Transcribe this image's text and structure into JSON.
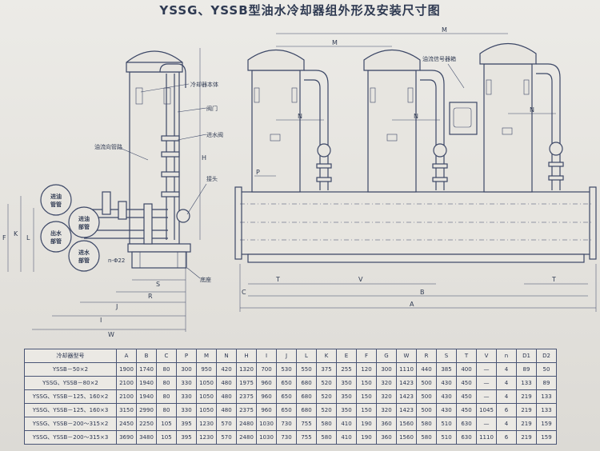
{
  "document": {
    "title": "YSSG、YSSB型油水冷却器组外形及安装尺寸图"
  },
  "drawing": {
    "part_labels": [
      "冷却器本体",
      "阀门",
      "油流向管路",
      "进水阀",
      "接头",
      "底座"
    ],
    "pipe_labels": [
      {
        "name": "outlet-oil",
        "text": [
          "进油",
          "管管"
        ]
      },
      {
        "name": "inlet-oil",
        "text": [
          "进油",
          "部管"
        ]
      },
      {
        "name": "outlet-water",
        "text": [
          "出水",
          "部管"
        ]
      },
      {
        "name": "inlet-water",
        "text": [
          "进水",
          "部管"
        ]
      }
    ],
    "hole_note": "n-Φ22",
    "controller_label": "油流信号器箱",
    "dim_letters": {
      "W": "W",
      "I": "I",
      "J": "J",
      "R": "R",
      "S": "S",
      "L": "L",
      "K": "K",
      "H": "H",
      "F": "F",
      "M": "M",
      "N": "N",
      "P": "P",
      "T": "T",
      "V": "V",
      "A": "A",
      "B": "B",
      "C": "C"
    }
  },
  "spec_table": {
    "headers": [
      "冷却器型号",
      "A",
      "B",
      "C",
      "P",
      "M",
      "N",
      "H",
      "I",
      "J",
      "L",
      "K",
      "E",
      "F",
      "G",
      "W",
      "R",
      "S",
      "T",
      "V",
      "n",
      "D1",
      "D2"
    ],
    "rows": [
      [
        "YSSB－50×2",
        "1900",
        "1740",
        "80",
        "300",
        "950",
        "420",
        "1320",
        "700",
        "530",
        "550",
        "375",
        "255",
        "120",
        "300",
        "1110",
        "440",
        "385",
        "400",
        "—",
        "4",
        "89",
        "50"
      ],
      [
        "YSSG、YSSB－80×2",
        "2100",
        "1940",
        "80",
        "330",
        "1050",
        "480",
        "1975",
        "960",
        "650",
        "680",
        "520",
        "350",
        "150",
        "320",
        "1423",
        "500",
        "430",
        "450",
        "—",
        "4",
        "133",
        "89"
      ],
      [
        "YSSG、YSSB－125、160×2",
        "2100",
        "1940",
        "80",
        "330",
        "1050",
        "480",
        "2375",
        "960",
        "650",
        "680",
        "520",
        "350",
        "150",
        "320",
        "1423",
        "500",
        "430",
        "450",
        "—",
        "4",
        "219",
        "133"
      ],
      [
        "YSSG、YSSB－125、160×3",
        "3150",
        "2990",
        "80",
        "330",
        "1050",
        "480",
        "2375",
        "960",
        "650",
        "680",
        "520",
        "350",
        "150",
        "320",
        "1423",
        "500",
        "430",
        "450",
        "1045",
        "6",
        "219",
        "133"
      ],
      [
        "YSSG、YSSB－200～315×2",
        "2450",
        "2250",
        "105",
        "395",
        "1230",
        "570",
        "2480",
        "1030",
        "730",
        "755",
        "580",
        "410",
        "190",
        "360",
        "1560",
        "580",
        "510",
        "630",
        "—",
        "4",
        "219",
        "159"
      ],
      [
        "YSSG、YSSB－200～315×3",
        "3690",
        "3480",
        "105",
        "395",
        "1230",
        "570",
        "2480",
        "1030",
        "730",
        "755",
        "580",
        "410",
        "190",
        "360",
        "1560",
        "580",
        "510",
        "630",
        "1110",
        "6",
        "219",
        "159"
      ]
    ]
  }
}
